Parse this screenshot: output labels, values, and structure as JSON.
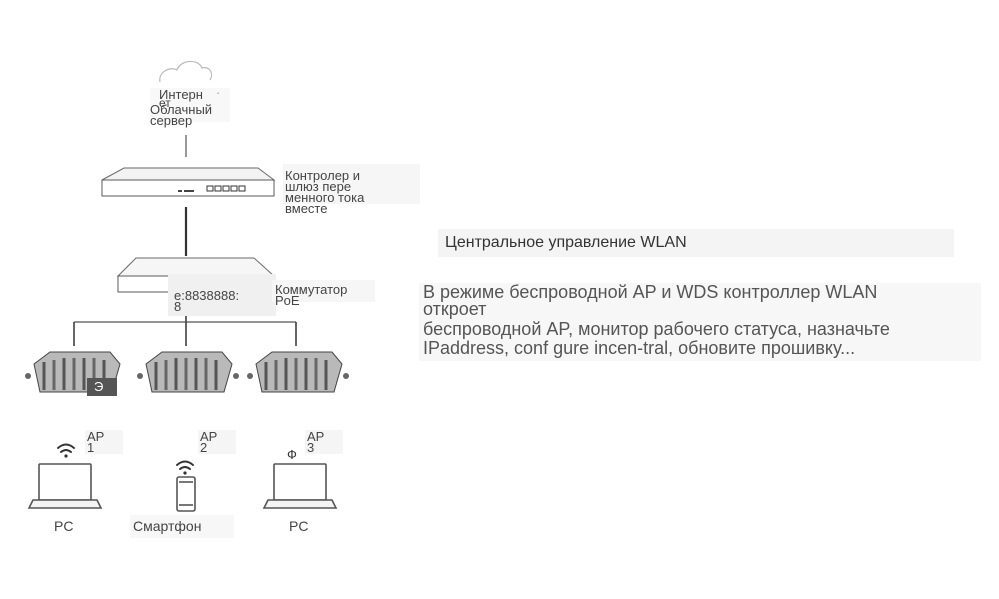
{
  "cloud": {
    "label_line1": "Интерн",
    "label_line2": "ет",
    "label_line3": "Облачный",
    "label_line4": "сервер"
  },
  "controller": {
    "label_line1": "Контролер и",
    "label_line2": "шлюз пере",
    "label_line3": "менного тока",
    "label_line4": "вместе"
  },
  "switch": {
    "code_line1": "е:8838888:",
    "code_line2": "8",
    "label_line1": "Коммутатор",
    "label_line2": "PoE"
  },
  "ap_units": [
    {
      "badge": "Э",
      "label": "AP",
      "number": "1"
    },
    {
      "badge": "",
      "label": "AP",
      "number": "2"
    },
    {
      "badge": "",
      "label": "AP",
      "number": "3"
    }
  ],
  "ap3_extra": "Ф",
  "clients": [
    {
      "label": "PC"
    },
    {
      "label": "Смартфон"
    },
    {
      "label": "PC"
    }
  ],
  "right_panel": {
    "title": "Центральное управление WLAN",
    "desc_line1": "В режиме беспроводной AP и WDS контроллер WLAN",
    "desc_line2": "откроет",
    "desc_line3": "беспроводной AP, монитор рабочего статуса, назначьте",
    "desc_line4": "IPaddress, conf gure incen-tral, обновите прошивку..."
  }
}
